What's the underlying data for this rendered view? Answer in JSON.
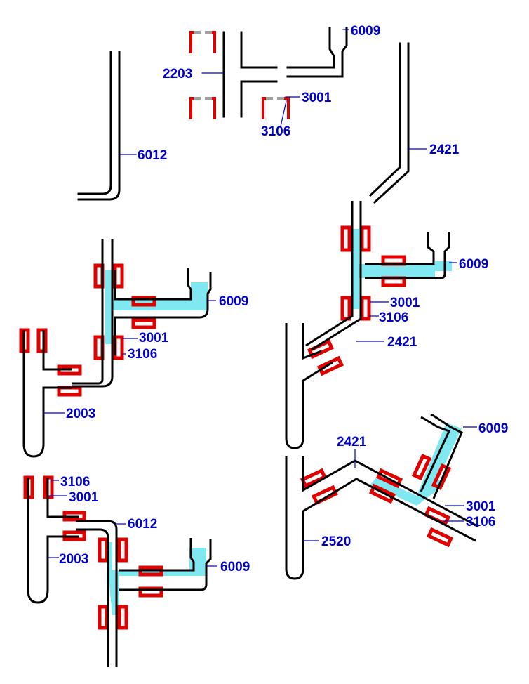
{
  "colors": {
    "background": "#ffffff",
    "tube_wall": "#000000",
    "liquid": "#80e8f0",
    "clamp": "#e00000",
    "clamp_insert": "#a0a0a0",
    "label": "#0000cc",
    "leader": "#0000cc"
  },
  "parts": {
    "part_2203": "2203",
    "part_6009": "6009",
    "part_3001": "3001",
    "part_3106": "3106",
    "part_6012": "6012",
    "part_2421": "2421",
    "part_2003": "2003",
    "part_2520": "2520"
  },
  "labels": [
    {
      "id": "exp-2203",
      "bind": "parts.part_2203"
    },
    {
      "id": "exp-6009",
      "bind": "parts.part_6009"
    },
    {
      "id": "exp-3001",
      "bind": "parts.part_3001"
    },
    {
      "id": "exp-3106",
      "bind": "parts.part_3106"
    },
    {
      "id": "exp-6012",
      "bind": "parts.part_6012"
    },
    {
      "id": "exp-2421",
      "bind": "parts.part_2421"
    },
    {
      "id": "a1-6009",
      "bind": "parts.part_6009"
    },
    {
      "id": "a1-3001",
      "bind": "parts.part_3001"
    },
    {
      "id": "a1-3106",
      "bind": "parts.part_3106"
    },
    {
      "id": "a1-2003",
      "bind": "parts.part_2003"
    },
    {
      "id": "a2-6009",
      "bind": "parts.part_6009"
    },
    {
      "id": "a2-3001",
      "bind": "parts.part_3001"
    },
    {
      "id": "a2-3106",
      "bind": "parts.part_3106"
    },
    {
      "id": "a2-2421",
      "bind": "parts.part_2421"
    },
    {
      "id": "a3-3106",
      "bind": "parts.part_3106"
    },
    {
      "id": "a3-3001",
      "bind": "parts.part_3001"
    },
    {
      "id": "a3-6012",
      "bind": "parts.part_6012"
    },
    {
      "id": "a3-2003",
      "bind": "parts.part_2003"
    },
    {
      "id": "a3-6009",
      "bind": "parts.part_6009"
    },
    {
      "id": "a4-2421",
      "bind": "parts.part_2421"
    },
    {
      "id": "a4-6009",
      "bind": "parts.part_6009"
    },
    {
      "id": "a4-3001",
      "bind": "parts.part_3001"
    },
    {
      "id": "a4-3106",
      "bind": "parts.part_3106"
    },
    {
      "id": "a4-2520",
      "bind": "parts.part_2520"
    }
  ]
}
